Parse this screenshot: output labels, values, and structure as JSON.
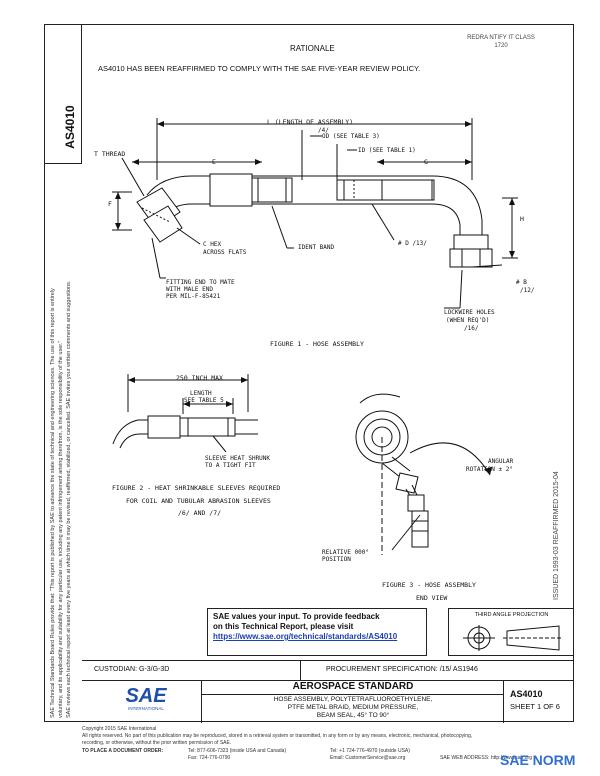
{
  "header": {
    "doc_number_vertical": "AS4010",
    "top_right_note_line1": "REDRA NTIFY IT CLASS",
    "top_right_note_line2": "1720",
    "rationale_title": "RATIONALE",
    "rationale_text": "AS4010 HAS BEEN REAFFIRMED TO COMPLY WITH THE SAE FIVE-YEAR REVIEW POLICY."
  },
  "left_margin_text": {
    "line1": "SAE Technical Standards Board Rules provide that: \"This report is published by SAE to advance the state of technical and engineering sciences. The use of this report is entirely",
    "line2": "voluntary, and its applicability and suitability for any particular use, including any patent infringement arising therefrom, is the sole responsibility of the user.\"",
    "line3": "SAE reviews each technical report at least every five years at which time it may be revised, reaffirmed, stabilized, or cancelled. SAE invites your written comments and suggestions."
  },
  "right_margin_text": "ISSUED 1993-03   REAFFIRMED 2015-04",
  "figure1": {
    "label_l": "L (LENGTH OF ASSEMBLY)",
    "label_l_ref": "/4/",
    "label_od": "OD (SEE TABLE 3)",
    "label_id": "ID (SEE TABLE 1)",
    "label_t_thread": "T THREAD",
    "label_e": "E",
    "label_g": "G",
    "label_f": "F",
    "label_h": "H",
    "label_c_hex": "C HEX",
    "label_across_flats": "ACROSS FLATS",
    "label_ident_band": "IDENT BAND",
    "label_d": "# D /13/",
    "label_fitting1": "FITTING END TO MATE",
    "label_fitting2": "WITH MALE END",
    "label_fitting3": "PER MIL-F-85421",
    "label_b": "# B",
    "label_b_ref": "/12/",
    "label_lock1": "LOCKWIRE HOLES",
    "label_lock2": "(WHEN REQ'D)",
    "label_lock3": "/16/",
    "caption": "FIGURE 1 - HOSE ASSEMBLY"
  },
  "figure2": {
    "label_250": "250 INCH MAX",
    "label_length": "LENGTH",
    "label_table5": "SEE TABLE 5",
    "label_sleeve1": "SLEEVE HEAT SHRUNK",
    "label_sleeve2": "TO A TIGHT FIT",
    "caption1": "FIGURE 2 - HEAT SHRINKABLE SLEEVES REQUIRED",
    "caption2": "FOR COIL AND TUBULAR ABRASION SLEEVES",
    "caption3": "/6/ AND /7/"
  },
  "figure3": {
    "label_angular1": "ANGULAR",
    "label_angular2": "ROTATION ± 2°",
    "label_relative1": "RELATIVE 000°",
    "label_relative2": "POSITION",
    "caption1": "FIGURE 3 - HOSE ASSEMBLY",
    "caption2": "END VIEW"
  },
  "feedback": {
    "line1": "SAE values your input. To provide feedback",
    "line2": "on this Technical Report, please visit",
    "link": "https://www.sae.org/technical/standards/AS4010"
  },
  "projection": {
    "title": "THIRD ANGLE PROJECTION"
  },
  "titleblock": {
    "custodian": "CUSTODIAN: G-3/G-3D",
    "procurement": "PROCUREMENT SPECIFICATION: /15/ AS1946",
    "logo_text": "SAE",
    "logo_sub": "INTERNATIONAL",
    "standard_type": "AEROSPACE STANDARD",
    "title_line1": "HOSE ASSEMBLY, POLYTETRAFLUOROETHYLENE,",
    "title_line2": "PTFE METAL BRAID, MEDIUM PRESSURE,",
    "title_line3": "BEAM SEAL, 45° TO 90°",
    "doc_number": "AS4010",
    "sheet": "SHEET 1 OF 6"
  },
  "footer": {
    "copyright": "Copyright 2015 SAE International",
    "rights": "All rights reserved. No part of this publication may be reproduced, stored in a retrieval system or transmitted, in any form or by any means, electronic, mechanical, photocopying,",
    "rights2": "recording, or otherwise, without the prior written permission of SAE.",
    "order": "TO PLACE A DOCUMENT ORDER:",
    "tel": "Tel: 877-606-7323 (inside USA and Canada)",
    "tel2": "Tel: +1 724-776-4970 (outside USA)",
    "fax": "Fax: 724-776-0790",
    "email": "Email: CustomerService@sae.org",
    "web": "SAE WEB ADDRESS: http://www.sae.org",
    "watermark": "SAE NORM"
  }
}
